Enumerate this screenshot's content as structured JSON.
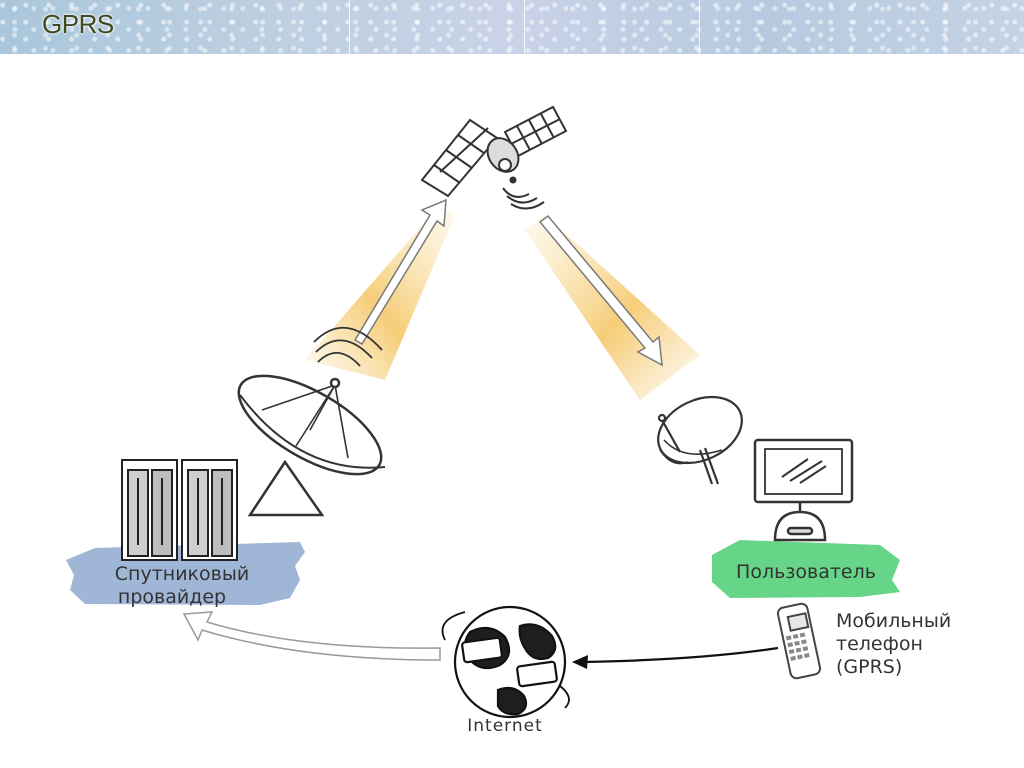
{
  "header": {
    "title": "GPRS"
  },
  "diagram": {
    "provider_label_line1": "Спутниковый",
    "provider_label_line2": "провайдер",
    "user_label": "Пользователь",
    "phone_label_line1": "Мобильный",
    "phone_label_line2": "телефон",
    "phone_label_line3": "(GPRS)",
    "internet_label": "Internet"
  },
  "colors": {
    "title": "#3e4a1e",
    "provider_highlight": "#8fa9cf",
    "user_highlight": "#55d07a",
    "beam": "#f5c86a"
  }
}
